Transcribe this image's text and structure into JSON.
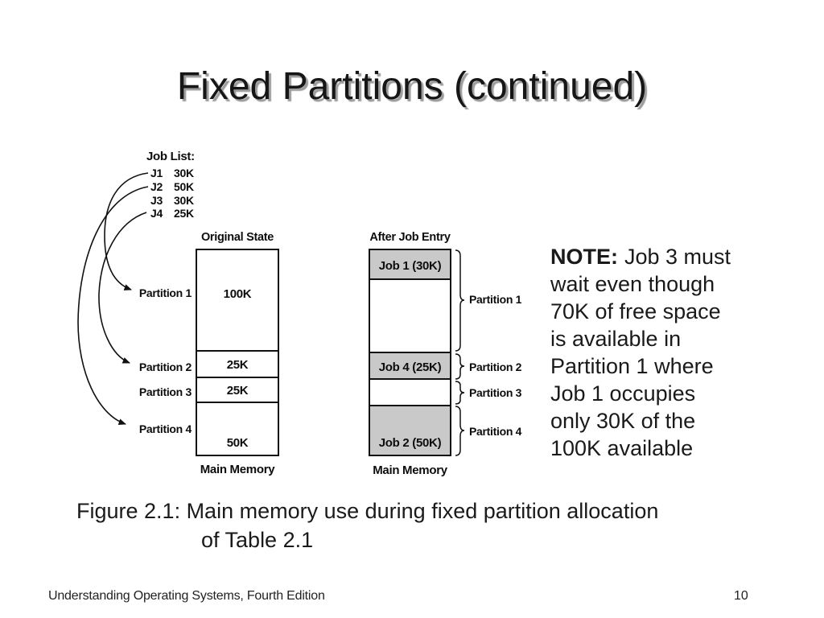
{
  "slide": {
    "title": "Fixed Partitions (continued)",
    "caption_line1": "Figure 2.1: Main memory use during fixed partition allocation",
    "caption_line2": "of Table 2.1",
    "footer_left": "Understanding Operating Systems, Fourth Edition",
    "page_number": "10"
  },
  "job_list": {
    "header": "Job List:",
    "jobs": [
      {
        "id": "J1",
        "size": "30K"
      },
      {
        "id": "J2",
        "size": "50K"
      },
      {
        "id": "J3",
        "size": "30K"
      },
      {
        "id": "J4",
        "size": "25K"
      }
    ]
  },
  "original_state": {
    "header": "Original State",
    "footer": "Main Memory",
    "partitions": [
      {
        "label": "Partition 1",
        "size": "100K"
      },
      {
        "label": "Partition 2",
        "size": "25K"
      },
      {
        "label": "Partition 3",
        "size": "25K"
      },
      {
        "label": "Partition 4",
        "size": "50K"
      }
    ]
  },
  "after_job_entry": {
    "header": "After Job Entry",
    "footer": "Main Memory",
    "segments": [
      {
        "label": "Job 1 (30K)",
        "filled": true
      },
      {
        "label": "",
        "filled": false
      },
      {
        "label": "Job 4 (25K)",
        "filled": true
      },
      {
        "label": "",
        "filled": false
      },
      {
        "label": "Job 2 (50K)",
        "filled": true
      }
    ],
    "partition_labels": [
      "Partition 1",
      "Partition 2",
      "Partition 3",
      "Partition 4"
    ]
  },
  "arrows": [
    {
      "from": "J1",
      "to": "Partition 1"
    },
    {
      "from": "J2",
      "to": "Partition 4"
    },
    {
      "from": "J4",
      "to": "Partition 2"
    }
  ],
  "note": {
    "label": "NOTE:",
    "lines": [
      "Job 3 must",
      "wait even though",
      "70K of free space",
      "is available in",
      "Partition 1 where",
      "Job 1 occupies",
      "only 30K of the",
      "100K available"
    ]
  },
  "colors": {
    "filled_gray": "#c9c9c9",
    "line_black": "#111111",
    "title_shadow": "#9c9c9c"
  }
}
